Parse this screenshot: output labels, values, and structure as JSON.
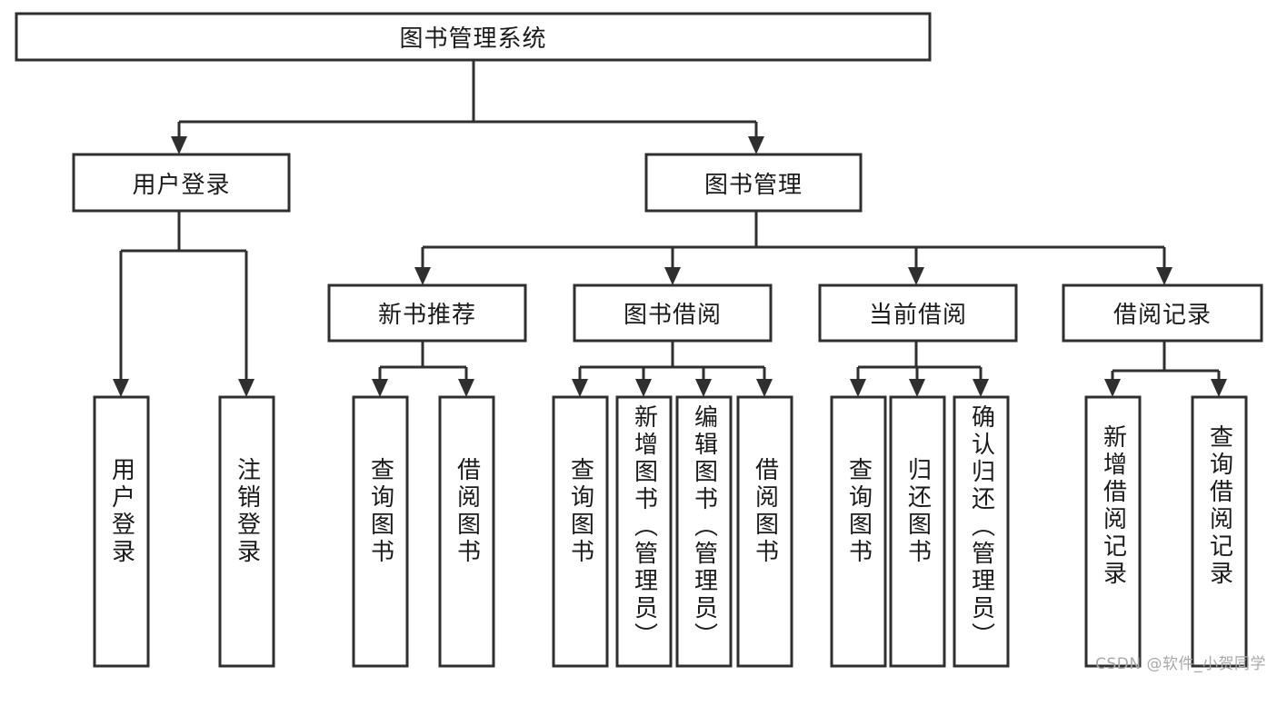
{
  "diagram": {
    "type": "tree-hierarchy",
    "title": "图书管理系统",
    "watermark": "CSDN @软件_小贺同学",
    "colors": {
      "stroke": "#2f2f2f",
      "fill": "#ffffff",
      "text": "#1a1a1a",
      "watermark": "#a8a8a8"
    },
    "nodes": {
      "root": {
        "label": "图书管理系统",
        "level": 0,
        "orientation": "horizontal"
      },
      "login": {
        "label": "用户登录",
        "level": 1,
        "orientation": "horizontal"
      },
      "book_mgmt": {
        "label": "图书管理",
        "level": 1,
        "orientation": "horizontal"
      },
      "new_books": {
        "label": "新书推荐",
        "level": 2,
        "orientation": "horizontal"
      },
      "borrow": {
        "label": "图书借阅",
        "level": 2,
        "orientation": "horizontal"
      },
      "current": {
        "label": "当前借阅",
        "level": 2,
        "orientation": "horizontal"
      },
      "records": {
        "label": "借阅记录",
        "level": 2,
        "orientation": "horizontal"
      },
      "leaf_user_login": {
        "label": "用户登录",
        "level": 3,
        "orientation": "vertical"
      },
      "leaf_logout": {
        "label": "注销登录",
        "level": 3,
        "orientation": "vertical"
      },
      "leaf_query_book_a": {
        "label": "查询图书",
        "level": 3,
        "orientation": "vertical"
      },
      "leaf_borrow_book_a": {
        "label": "借阅图书",
        "level": 3,
        "orientation": "vertical"
      },
      "leaf_query_book_b": {
        "label": "查询图书",
        "level": 3,
        "orientation": "vertical"
      },
      "leaf_add_book": {
        "label": "新增图书（管理员）",
        "level": 3,
        "orientation": "vertical"
      },
      "leaf_edit_book": {
        "label": "编辑图书（管理员）",
        "level": 3,
        "orientation": "vertical"
      },
      "leaf_borrow_book_b": {
        "label": "借阅图书",
        "level": 3,
        "orientation": "vertical"
      },
      "leaf_query_book_c": {
        "label": "查询图书",
        "level": 3,
        "orientation": "vertical"
      },
      "leaf_return_book": {
        "label": "归还图书",
        "level": 3,
        "orientation": "vertical"
      },
      "leaf_confirm_return": {
        "label": "确认归还（管理员）",
        "level": 3,
        "orientation": "vertical"
      },
      "leaf_add_record": {
        "label": "新增借阅记录",
        "level": 3,
        "orientation": "vertical"
      },
      "leaf_query_record": {
        "label": "查询借阅记录",
        "level": 3,
        "orientation": "vertical"
      }
    },
    "edges": [
      {
        "from": "root",
        "to": "login"
      },
      {
        "from": "root",
        "to": "book_mgmt"
      },
      {
        "from": "login",
        "to": "leaf_user_login"
      },
      {
        "from": "login",
        "to": "leaf_logout"
      },
      {
        "from": "book_mgmt",
        "to": "new_books"
      },
      {
        "from": "book_mgmt",
        "to": "borrow"
      },
      {
        "from": "book_mgmt",
        "to": "current"
      },
      {
        "from": "book_mgmt",
        "to": "records"
      },
      {
        "from": "new_books",
        "to": "leaf_query_book_a"
      },
      {
        "from": "new_books",
        "to": "leaf_borrow_book_a"
      },
      {
        "from": "borrow",
        "to": "leaf_query_book_b"
      },
      {
        "from": "borrow",
        "to": "leaf_add_book"
      },
      {
        "from": "borrow",
        "to": "leaf_edit_book"
      },
      {
        "from": "borrow",
        "to": "leaf_borrow_book_b"
      },
      {
        "from": "current",
        "to": "leaf_query_book_c"
      },
      {
        "from": "current",
        "to": "leaf_return_book"
      },
      {
        "from": "current",
        "to": "leaf_confirm_return"
      },
      {
        "from": "records",
        "to": "leaf_add_record"
      },
      {
        "from": "records",
        "to": "leaf_query_record"
      }
    ]
  }
}
